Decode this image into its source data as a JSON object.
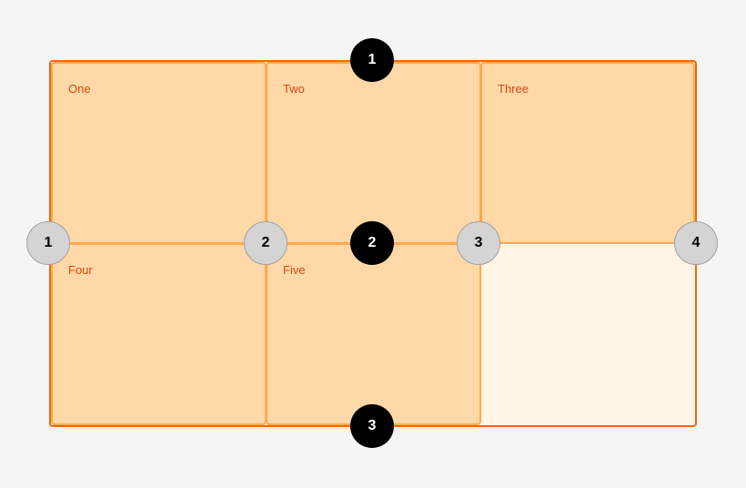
{
  "items": [
    {
      "label": "One"
    },
    {
      "label": "Two"
    },
    {
      "label": "Three"
    },
    {
      "label": "Four"
    },
    {
      "label": "Five"
    }
  ],
  "row_lines": [
    "1",
    "2",
    "3"
  ],
  "column_lines": [
    "1",
    "2",
    "3",
    "4"
  ],
  "colors": {
    "background": "#f5f5f5",
    "container_border": "#f76707",
    "item_bg": "#ffd8a8",
    "item_border": "#ffa94d",
    "empty_cell": "#fff4e6",
    "label_text": "#d9480f",
    "row_badge": "#000000",
    "column_badge": "#d4d4d4"
  }
}
